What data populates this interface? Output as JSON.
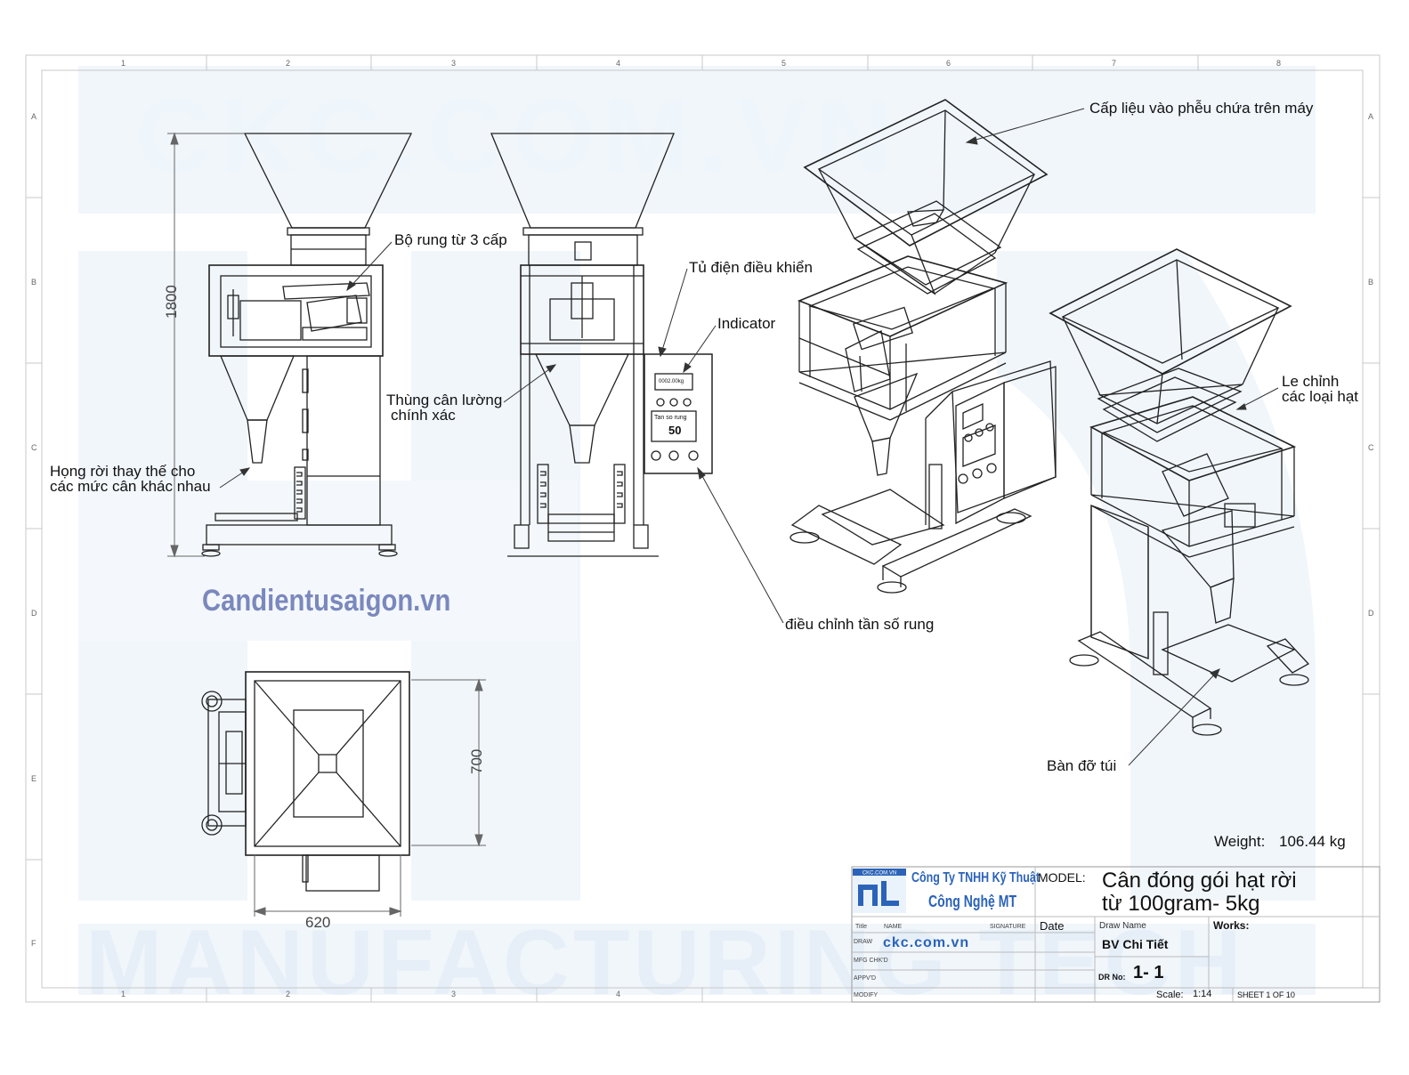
{
  "watermarks": {
    "top": "CKC.COM.VN",
    "bottom": "MANUFACTURING TECH",
    "site": "Candientusaigon.vn"
  },
  "zones": {
    "columns": [
      "1",
      "2",
      "3",
      "4",
      "5",
      "6",
      "7",
      "8"
    ],
    "rows": [
      "A",
      "B",
      "C",
      "D",
      "E",
      "F"
    ]
  },
  "callouts": {
    "hopper_feed": "Cấp liệu vào phễu chứa trên máy",
    "vibrator": "Bộ rung từ 3 cấp",
    "control_box": "Tủ điện điều khiển",
    "indicator": "Indicator",
    "weigh_bucket_1": "Thùng cân lường",
    "weigh_bucket_2": "chính xác",
    "throat_1": "Họng rời thay thế cho",
    "throat_2": "các mức cân khác nhau",
    "adjust_1": "Le chỉnh",
    "adjust_2": "các loại hạt",
    "freq": "điều chỉnh tần số rung",
    "bag_table": "Bàn đỡ túi"
  },
  "panel": {
    "display": "0002.00kg",
    "label": "Tan so rung",
    "value": "50"
  },
  "dimensions": {
    "height": "1800",
    "depth": "700",
    "width": "620"
  },
  "weight": {
    "label": "Weight:",
    "value": "106.44 kg"
  },
  "title_block": {
    "company_1": "Công Ty TNHH Kỹ Thuật",
    "company_2": "Công Nghệ MT",
    "model_label": "MODEL:",
    "model_1": "Cân đóng gói hạt rời",
    "model_2": "từ 100gram- 5kg",
    "title": "Title",
    "name": "NAME",
    "signature": "SIGNATURE",
    "date": "Date",
    "draw_name_label": "Draw Name",
    "works": "Works:",
    "draw": "DRAW",
    "mfg": "MFG CHK'D",
    "appvd": "APPV'D",
    "modify": "MODIFY",
    "website": "ckc.com.vn",
    "draw_name": "BV Chi Tiết",
    "dr_no_label": "DR No:",
    "dr_no": "1- 1",
    "scale_label": "Scale:",
    "scale": "1:14",
    "sheet": "SHEET 1 OF 10"
  },
  "colors": {
    "watermark": "#eef5fb",
    "watermark_dark": "#e4eef7",
    "site": "#7a88bd",
    "logo_blue": "#2b63b8",
    "line": "#222222"
  }
}
